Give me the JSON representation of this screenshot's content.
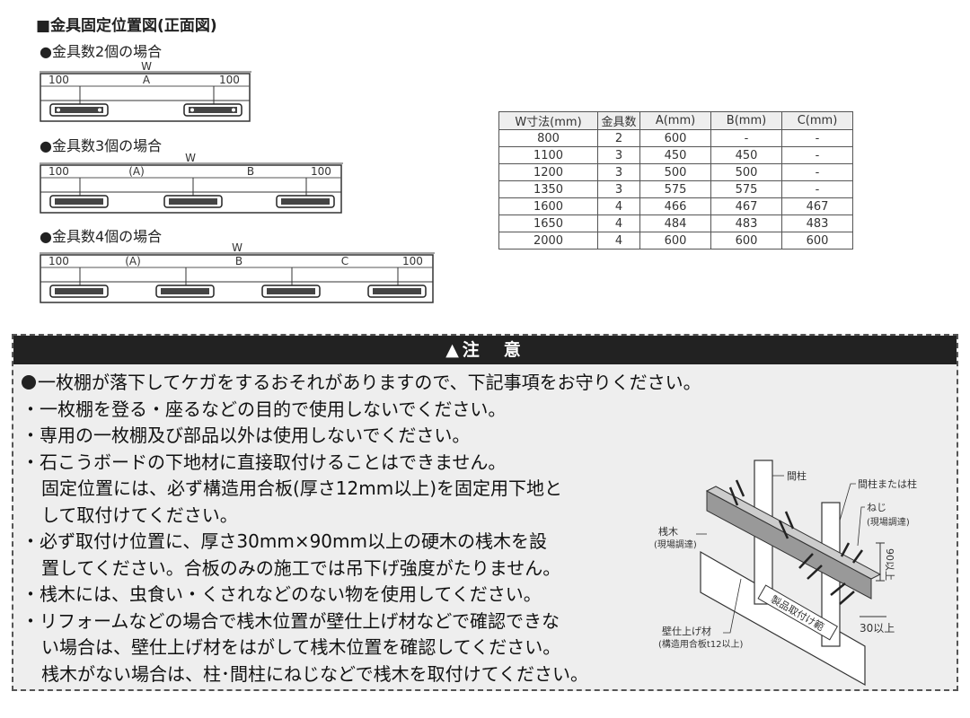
{
  "title": "■金具固定位置図(正面図)",
  "diagrams": [
    {
      "heading": "●金具数2個の場合",
      "w": "W",
      "labels": {
        "left": "100",
        "a": "A",
        "right": "100"
      }
    },
    {
      "heading": "●金具数3個の場合",
      "w": "W",
      "labels": {
        "left": "100",
        "a": "(A)",
        "b": "B",
        "right": "100"
      }
    },
    {
      "heading": "●金具数4個の場合",
      "w": "W",
      "labels": {
        "left": "100",
        "a": "(A)",
        "b": "B",
        "c": "C",
        "right": "100"
      }
    }
  ],
  "spec_table": {
    "headers": [
      "W寸法(mm)",
      "金具数",
      "A(mm)",
      "B(mm)",
      "C(mm)"
    ],
    "rows": [
      [
        "800",
        "2",
        "600",
        "-",
        "-"
      ],
      [
        "1100",
        "3",
        "450",
        "450",
        "-"
      ],
      [
        "1200",
        "3",
        "500",
        "500",
        "-"
      ],
      [
        "1350",
        "3",
        "575",
        "575",
        "-"
      ],
      [
        "1600",
        "4",
        "466",
        "467",
        "467"
      ],
      [
        "1650",
        "4",
        "484",
        "483",
        "483"
      ],
      [
        "2000",
        "4",
        "600",
        "600",
        "600"
      ]
    ]
  },
  "caution": {
    "header": "▲注　意",
    "lead": "一枚棚が落下してケガをするおそれがありますので、下記事項をお守りください。",
    "lines": [
      "・一枚棚を登る・座るなどの目的で使用しないでください。",
      "・専用の一枚棚及び部品以外は使用しないでください。",
      "・石こうボードの下地材に直接取付けることはできません。",
      "固定位置には、必ず構造用合板(厚さ12mm以上)を固定用下地と",
      "して取付けてください。",
      "・必ず取付け位置に、厚さ30mm×90mm以上の硬木の桟木を設",
      "置してください。合板のみの施工では吊下げ強度がたりません。",
      "・桟木には、虫食い・くされなどのない物を使用してください。",
      "・リフォームなどの場合で桟木位置が壁仕上げ材などで確認できな",
      "い場合は、壁仕上げ材をはがして桟木位置を確認してください。",
      "桟木がない場合は、柱･間柱にねじなどで桟木を取付けてください。"
    ],
    "illustration": {
      "mabashira": "間柱",
      "mabashira_or_hashira": "間柱または柱",
      "neji": "ねじ",
      "neji_note": "(現場調達)",
      "sangi": "桟木",
      "sangi_note": "(現場調達)",
      "dim_90": "90以上",
      "dim_30": "30以上",
      "finish": "壁仕上げ材",
      "finish_note": "(構造用合板t12以上)",
      "product_area": "製品取付け範"
    }
  }
}
